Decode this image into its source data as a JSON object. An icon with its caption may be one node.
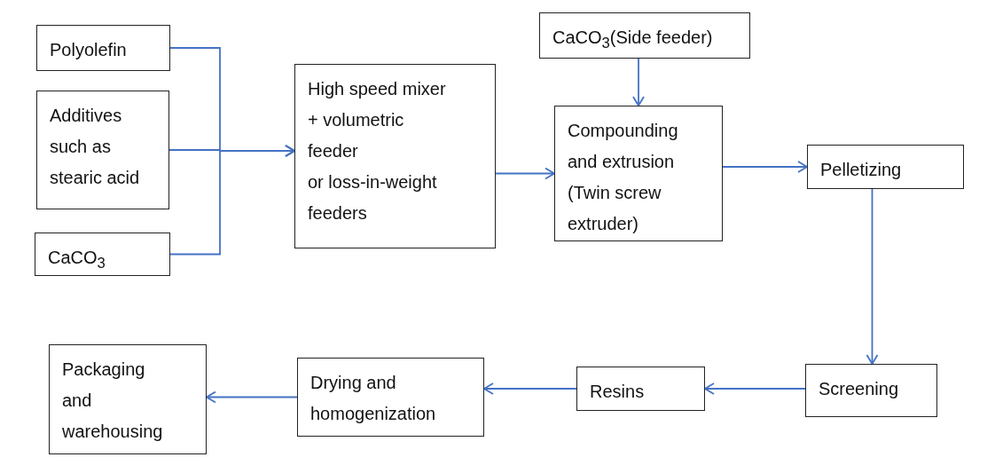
{
  "diagram": {
    "nodes": [
      {
        "text": [
          "Polyolefin"
        ]
      },
      {
        "text": [
          "Additives such as stearic acid"
        ]
      },
      {
        "text": [
          "CaCO$_{3}$"
        ]
      },
      {
        "text": [
          "High speed mixer + volumetric feeder",
          "or loss-in-weight feeders"
        ]
      },
      {
        "text": [
          "CaCO$_{3}$(Side feeder)"
        ]
      },
      {
        "text": [
          "Compounding and extrusion (Twin screw extruder)"
        ]
      },
      {
        "text": [
          "Pelletizing"
        ]
      },
      {
        "text": [
          "Screening"
        ]
      },
      {
        "text": [
          "Resins"
        ]
      },
      {
        "text": [
          "Drying and homogenization"
        ]
      },
      {
        "text": [
          "Packaging and warehousing"
        ]
      }
    ],
    "edges": [
      {
        "from": 0,
        "to": 3,
        "arrow": "to"
      },
      {
        "from": 1,
        "to": 3,
        "arrow": "to"
      },
      {
        "from": 2,
        "to": 3,
        "arrow": "to"
      },
      {
        "from": 3,
        "to": 5,
        "arrow": "to"
      },
      {
        "from": 4,
        "to": 5,
        "arrow": "to"
      },
      {
        "from": 5,
        "to": 6,
        "arrow": "to"
      },
      {
        "from": 6,
        "to": 7,
        "arrow": "to"
      },
      {
        "from": 7,
        "to": 8,
        "arrow": "to"
      },
      {
        "from": 8,
        "to": 9,
        "arrow": "to"
      },
      {
        "from": 9,
        "to": 10,
        "arrow": "to"
      }
    ]
  }
}
